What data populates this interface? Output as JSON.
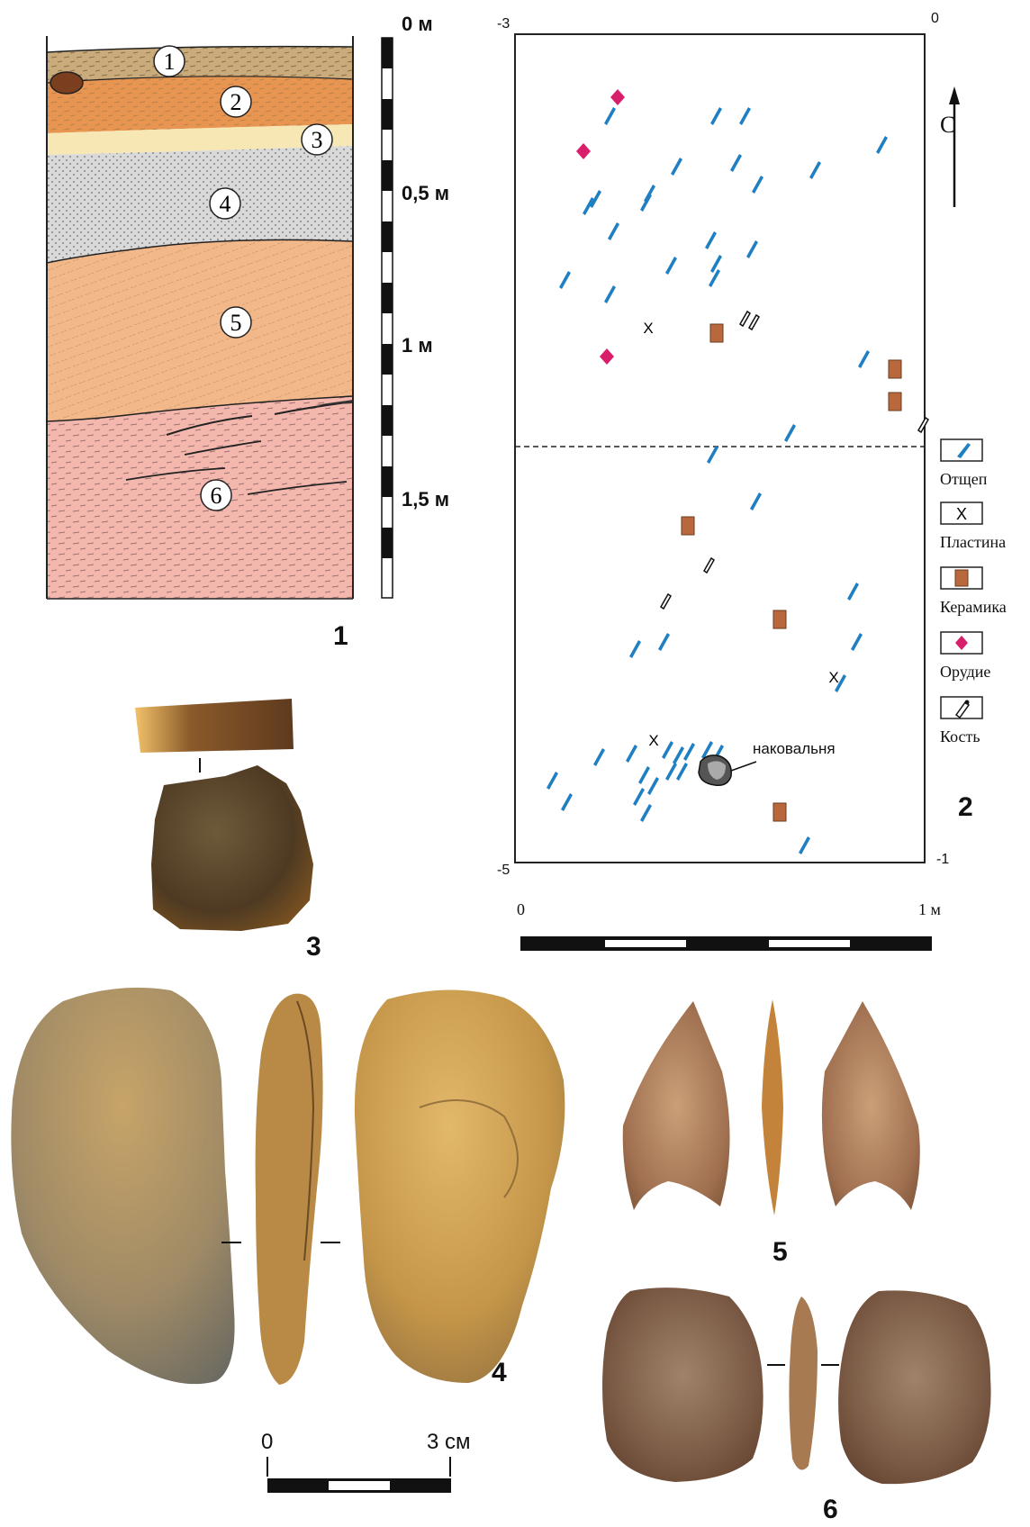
{
  "panel_labels": [
    "1",
    "2",
    "3",
    "4",
    "5",
    "6"
  ],
  "section": {
    "layers": [
      "1",
      "2",
      "3",
      "4",
      "5",
      "6"
    ],
    "depth_labels": [
      "0 м",
      "0,5 м",
      "1 м",
      "1,5 м"
    ]
  },
  "plan": {
    "coords": [
      "-3",
      "0",
      "-5",
      "-1"
    ],
    "anvil_label": "наковальня",
    "scale": {
      "start": "0",
      "end": "1 м"
    },
    "north_symbol": "С"
  },
  "legend": [
    {
      "label": "Отщеп",
      "icon": "flake-icon",
      "color": "#1e7fc2"
    },
    {
      "label": "Пластина",
      "icon": "blade-icon",
      "symbol": "X"
    },
    {
      "label": "Керамика",
      "icon": "ceramic-icon",
      "color": "#b8683c"
    },
    {
      "label": "Орудие",
      "icon": "tool-icon",
      "color": "#d81e6a"
    },
    {
      "label": "Кость",
      "icon": "bone-icon"
    }
  ],
  "artifact_scale": {
    "start": "0",
    "end": "3 см"
  }
}
